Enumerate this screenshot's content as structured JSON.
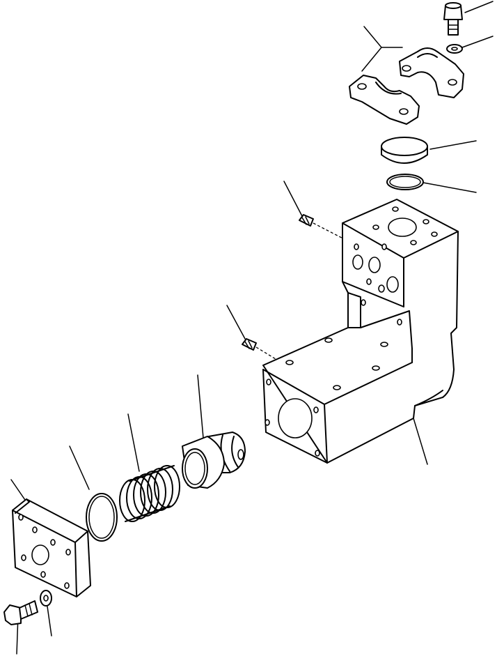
{
  "diagram": {
    "labels": [],
    "parts": [
      "flange-bolt-top",
      "washer-top",
      "split-flange-halves",
      "plug-cap",
      "o-ring-top",
      "plug-screw-upper",
      "plug-screw-lower",
      "valve-body",
      "piston",
      "spring",
      "o-ring-cover",
      "cover-plate",
      "cover-bolt",
      "washer-bottom"
    ]
  }
}
